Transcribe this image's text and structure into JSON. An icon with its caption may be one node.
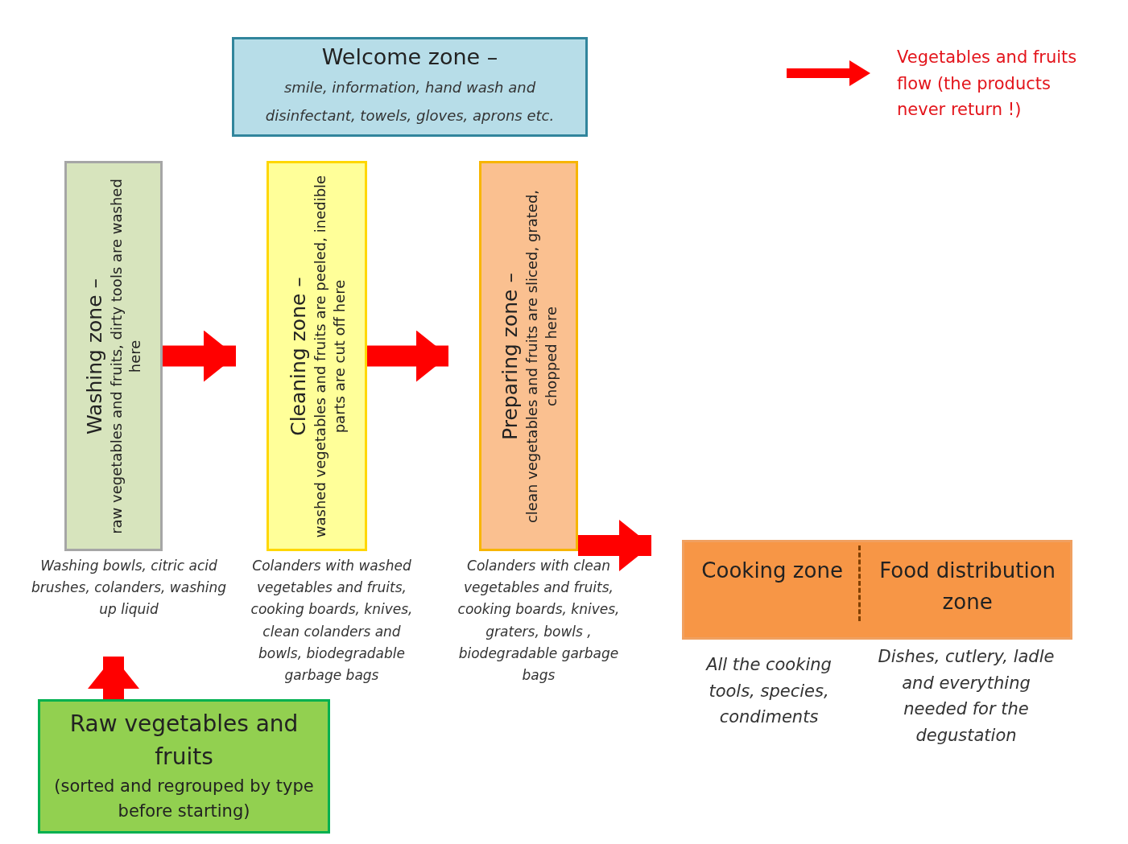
{
  "diagram": {
    "nodes": [
      {
        "text": [
          "Welcome zone –",
          "smile, information, hand wash and disinfectant, towels, gloves, aprons etc."
        ]
      },
      {
        "text": [
          "Washing zone –",
          "raw vegetables and fruits, dirty tools are washed here"
        ],
        "beside": [
          "Washing bowls, citric acid brushes, colanders, washing up liquid"
        ]
      },
      {
        "text": [
          "Cleaning zone –",
          "washed vegetables and fruits are peeled, inedible parts are cut off here"
        ],
        "beside": [
          "Colanders with washed vegetables and fruits, cooking boards, knives, clean colanders and bowls, biodegradable garbage bags"
        ]
      },
      {
        "text": [
          "Preparing zone –",
          "clean vegetables and fruits are sliced, grated, chopped here"
        ],
        "beside": [
          "Colanders with clean vegetables and fruits, cooking boards, knives, graters, bowls , biodegradable garbage bags"
        ]
      },
      {
        "text": [
          "Cooking zone",
          "Food distribution zone"
        ],
        "beside": [
          "All the cooking tools, species, condiments",
          "Dishes, cutlery, ladle and everything needed for the degustation"
        ]
      },
      {
        "text": [
          "Raw vegetables and fruits",
          "(sorted and regrouped by type before starting)"
        ]
      }
    ],
    "edges": [
      {
        "from": 5,
        "to": 1,
        "arrow": "to"
      },
      {
        "from": 1,
        "to": 2,
        "arrow": "to"
      },
      {
        "from": 2,
        "to": 3,
        "arrow": "to"
      },
      {
        "from": 3,
        "to": 4,
        "arrow": "to"
      }
    ],
    "legend": [
      {
        "text": "Vegetables and fruits flow (the products never return !)",
        "color": "#ff0000"
      }
    ]
  }
}
